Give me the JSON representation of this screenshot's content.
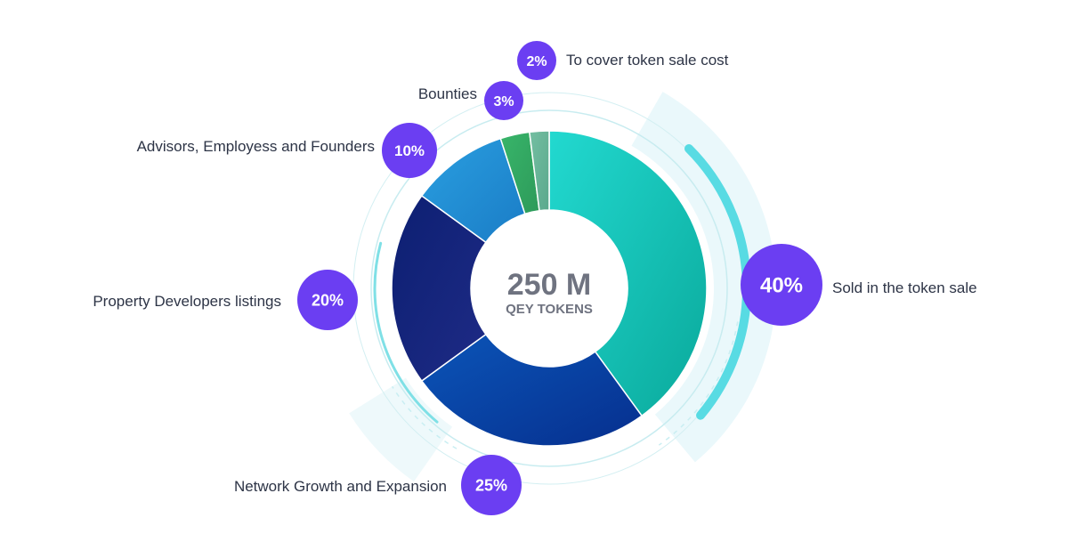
{
  "chart_data": {
    "type": "pie",
    "variant": "donut",
    "center_value": "250 M",
    "center_unit": "QEY TOKENS",
    "slices": [
      {
        "label": "Sold in the token sale",
        "value": 40,
        "display": "40%",
        "colors": [
          "#22d9d0",
          "#0aa99b"
        ]
      },
      {
        "label": "Network Growth and Expansion",
        "value": 25,
        "display": "25%",
        "colors": [
          "#0b55b8",
          "#062f8e"
        ]
      },
      {
        "label": "Property Developers listings",
        "value": 20,
        "display": "20%",
        "colors": [
          "#0c1f72",
          "#1f2b86"
        ]
      },
      {
        "label": "Advisors, Employess and Founders",
        "value": 10,
        "display": "10%",
        "colors": [
          "#2a9fe0",
          "#1a7cc6"
        ]
      },
      {
        "label": "Bounties",
        "value": 3,
        "display": "3%",
        "colors": [
          "#38b56a",
          "#2d9a5a"
        ]
      },
      {
        "label": "To cover token sale cost",
        "value": 2,
        "display": "2%",
        "colors": [
          "#74bfa2",
          "#5aa88c"
        ]
      }
    ],
    "badge_color": "#6b3ef2"
  }
}
